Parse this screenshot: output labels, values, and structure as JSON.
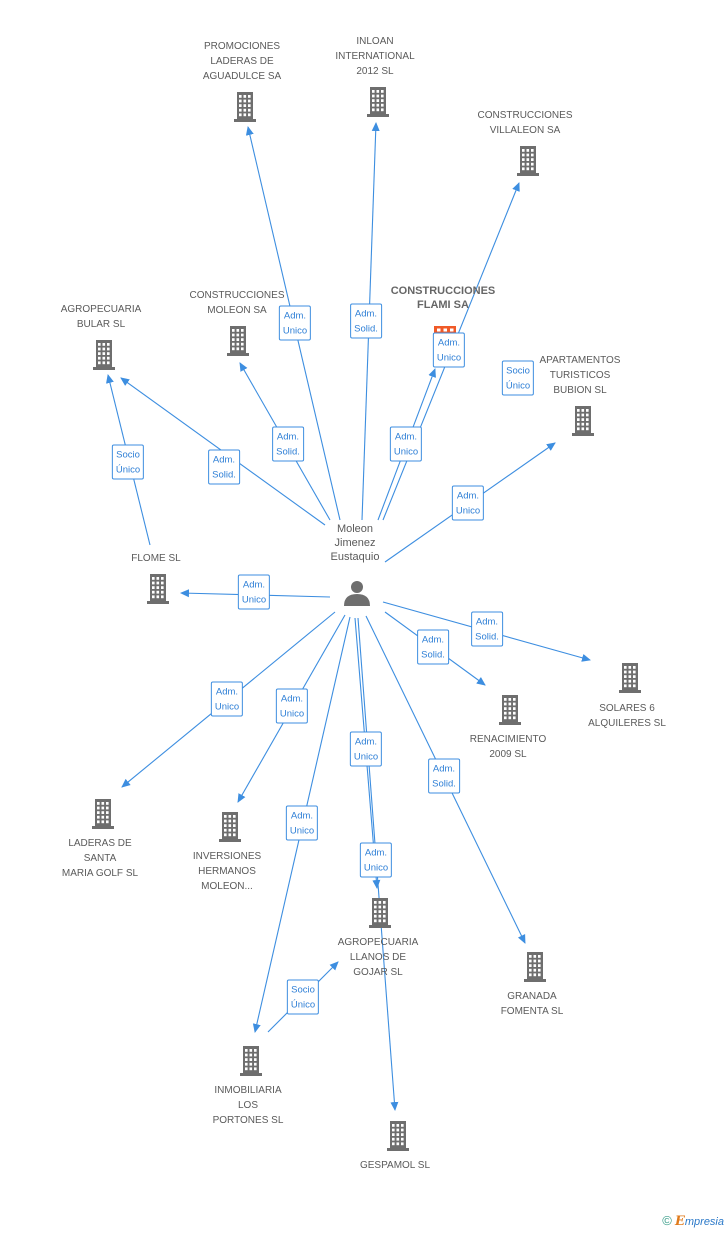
{
  "center": {
    "name": "Moleon\nJimenez\nEustaquio"
  },
  "nodes": [
    {
      "id": "promociones",
      "label": "PROMOCIONES\nLADERAS DE\nAGUADULCE SA",
      "highlight": false
    },
    {
      "id": "inloan",
      "label": "INLOAN\nINTERNATIONAL\n2012 SL",
      "highlight": false
    },
    {
      "id": "villaleon",
      "label": "CONSTRUCCIONES\nVILLALEON SA",
      "highlight": false
    },
    {
      "id": "flami",
      "label": "CONSTRUCCIONES\nFLAMI SA",
      "highlight": true
    },
    {
      "id": "moleon",
      "label": "CONSTRUCCIONES\nMOLEON SA",
      "highlight": false
    },
    {
      "id": "bular",
      "label": "AGROPECUARIA\nBULAR SL",
      "highlight": false
    },
    {
      "id": "bubion",
      "label": "APARTAMENTOS\nTURISTICOS\nBUBION SL",
      "highlight": false
    },
    {
      "id": "flome",
      "label": "FLOME SL",
      "highlight": false
    },
    {
      "id": "solares",
      "label": "SOLARES 6\nALQUILERES SL",
      "highlight": false
    },
    {
      "id": "renacimiento",
      "label": "RENACIMIENTO\n2009 SL",
      "highlight": false
    },
    {
      "id": "laderas",
      "label": "LADERAS DE\nSANTA\nMARIA GOLF SL",
      "highlight": false
    },
    {
      "id": "inversiones",
      "label": "INVERSIONES\nHERMANOS\nMOLEON...",
      "highlight": false
    },
    {
      "id": "llanos",
      "label": "AGROPECUARIA\nLLANOS DE\nGOJAR SL",
      "highlight": false
    },
    {
      "id": "granada",
      "label": "GRANADA\nFOMENTA SL",
      "highlight": false
    },
    {
      "id": "portones",
      "label": "INMOBILIARIA\nLOS\nPORTONES SL",
      "highlight": false
    },
    {
      "id": "gespamol",
      "label": "GESPAMOL SL",
      "highlight": false
    }
  ],
  "edges": [
    {
      "from": "center",
      "to": "promociones",
      "label": "Adm.\nUnico"
    },
    {
      "from": "center",
      "to": "inloan",
      "label": "Adm.\nSolid."
    },
    {
      "from": "center",
      "to": "villaleon",
      "label": "Adm.\nUnico"
    },
    {
      "from": "center",
      "to": "flami",
      "label": "Adm.\nUnico"
    },
    {
      "from": "center",
      "to": "moleon",
      "label": "Adm.\nSolid."
    },
    {
      "from": "center",
      "to": "bular",
      "label": "Adm.\nSolid."
    },
    {
      "from": "flome",
      "to": "bular",
      "label": "Socio\nÚnico"
    },
    {
      "from": "flami",
      "to": "bubion",
      "label": "Socio\nÚnico"
    },
    {
      "from": "center",
      "to": "bubion",
      "label": "Adm.\nUnico"
    },
    {
      "from": "center",
      "to": "flome",
      "label": "Adm.\nUnico"
    },
    {
      "from": "center",
      "to": "solares",
      "label": "Adm.\nSolid."
    },
    {
      "from": "center",
      "to": "renacimiento",
      "label": "Adm.\nSolid."
    },
    {
      "from": "center",
      "to": "laderas",
      "label": "Adm.\nUnico"
    },
    {
      "from": "center",
      "to": "inversiones",
      "label": "Adm.\nUnico"
    },
    {
      "from": "center",
      "to": "llanos",
      "label": "Adm.\nUnico"
    },
    {
      "from": "center",
      "to": "gespamol",
      "label": "Adm.\nUnico"
    },
    {
      "from": "center",
      "to": "granada",
      "label": "Adm.\nSolid."
    },
    {
      "from": "center",
      "to": "portones",
      "label": "Adm.\nUnico"
    },
    {
      "from": "portones",
      "to": "llanos",
      "label": "Socio\nÚnico"
    }
  ],
  "colors": {
    "edge": "#3d8ee0",
    "building": "#6e6e6e",
    "highlight": "#f05a28",
    "person": "#6e6e6e"
  },
  "footer": {
    "copyright": "©",
    "brand_initial": "E",
    "brand_rest": "mpresia"
  }
}
